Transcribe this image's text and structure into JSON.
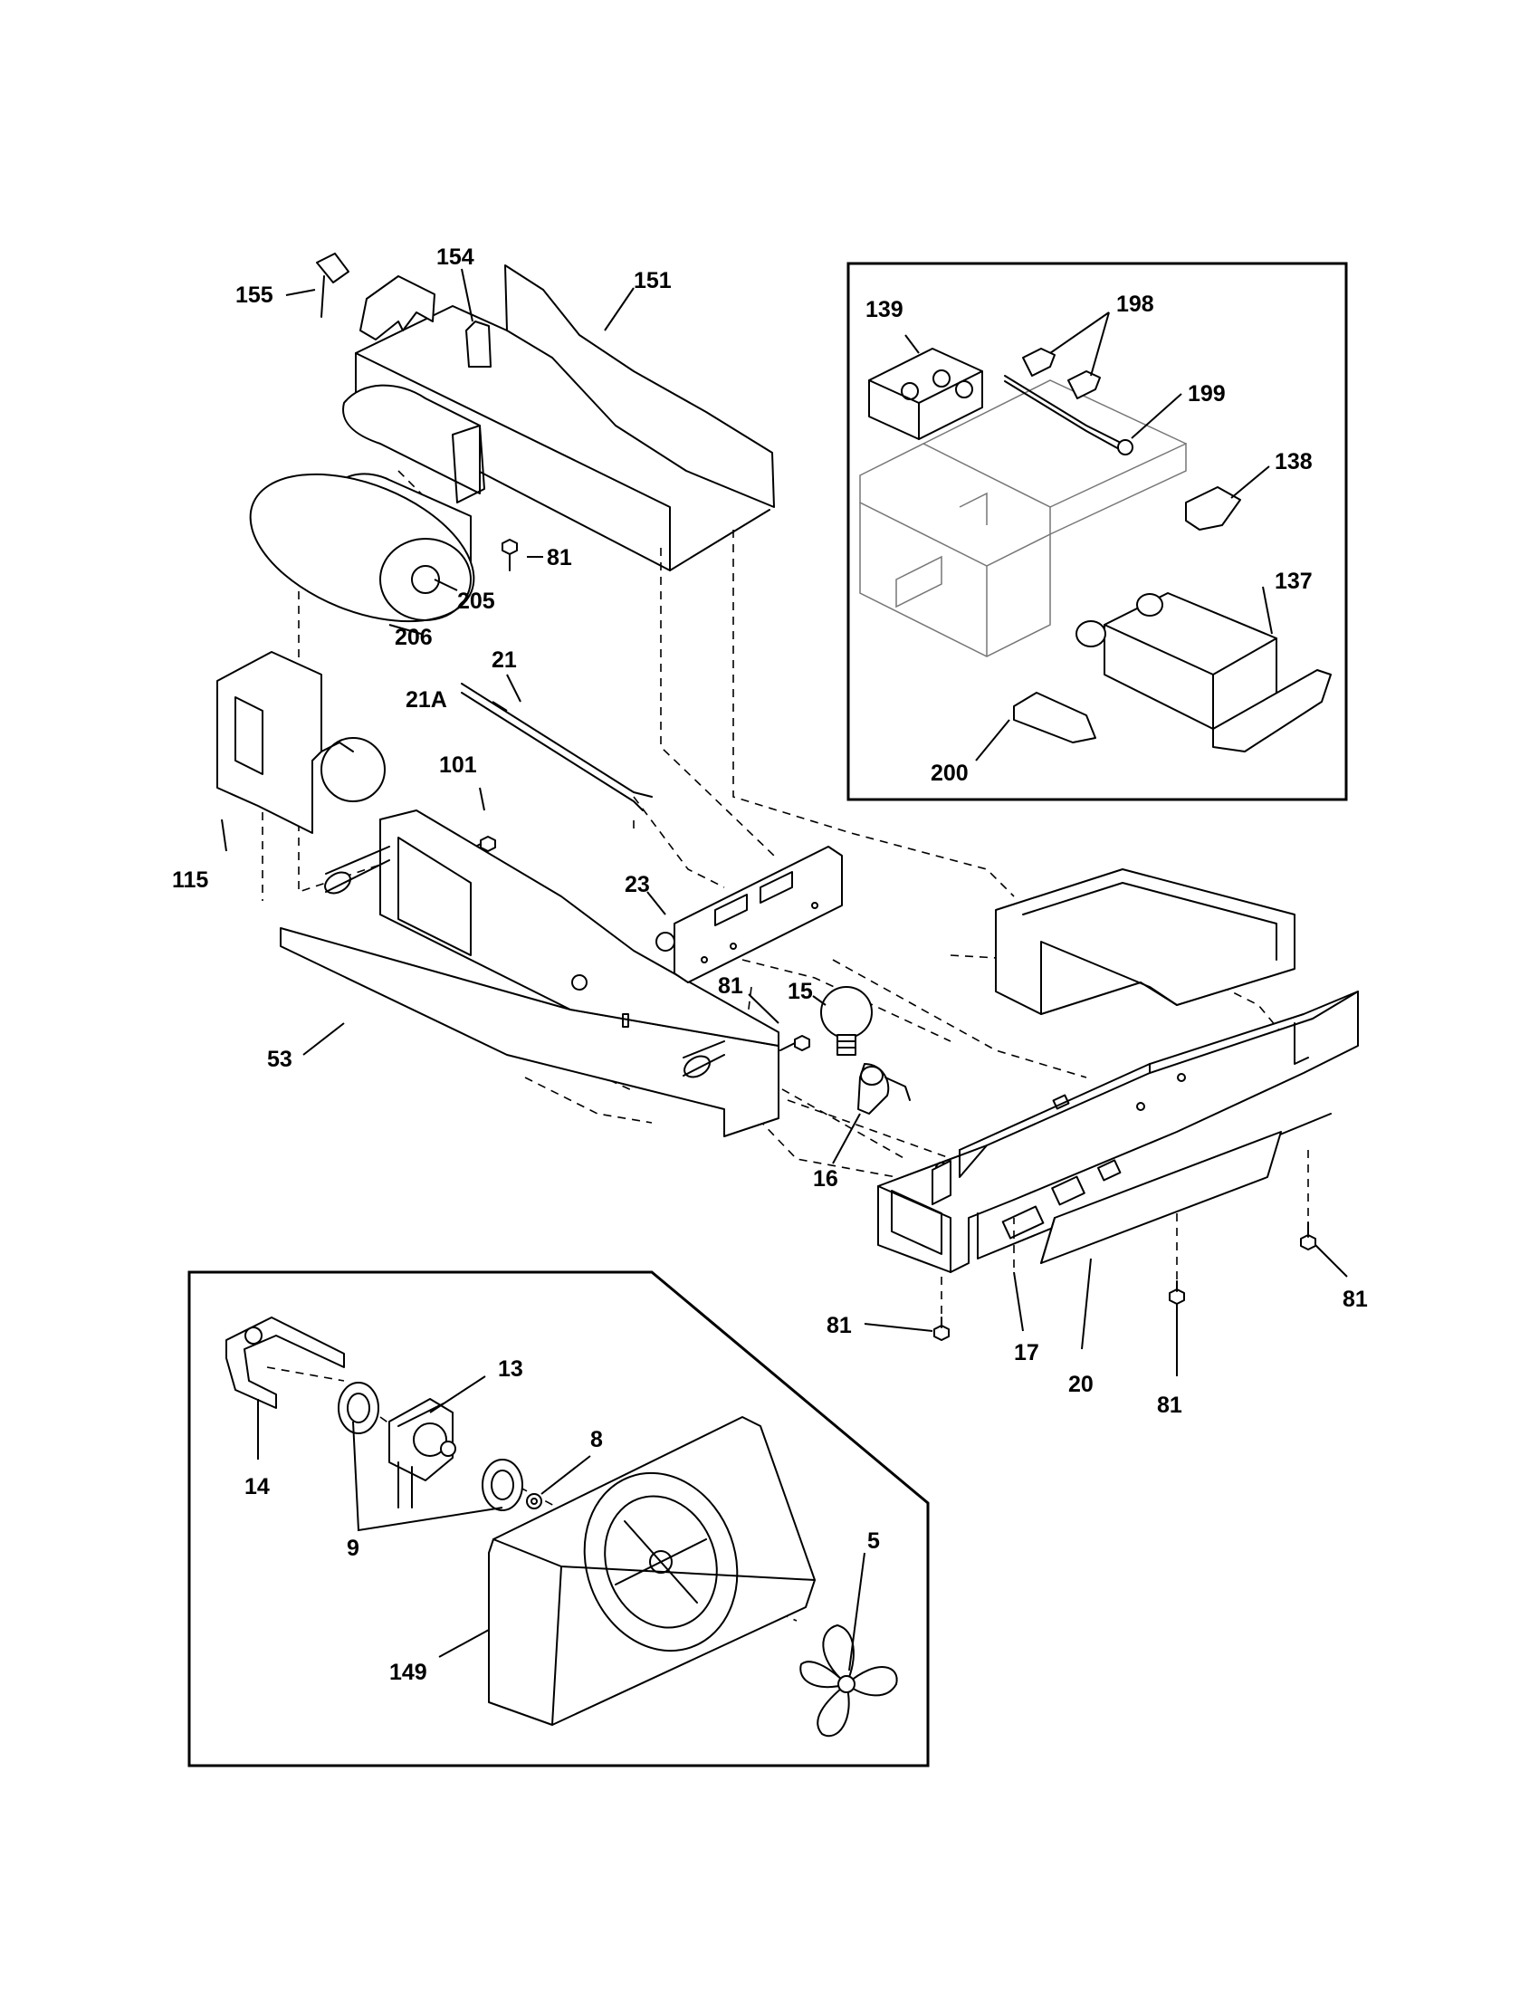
{
  "callouts": {
    "c155": "155",
    "c154": "154",
    "c151": "151",
    "c81a": "81",
    "c205": "205",
    "c206": "206",
    "c21": "21",
    "c21A": "21A",
    "c101": "101",
    "c115": "115",
    "c23": "23",
    "c81b": "81",
    "c15": "15",
    "c53": "53",
    "c16": "16",
    "c139": "139",
    "c198": "198",
    "c199": "199",
    "c138": "138",
    "c137": "137",
    "c200": "200",
    "c81c": "81",
    "c81d": "81",
    "c81e": "81",
    "c17": "17",
    "c20": "20",
    "c13": "13",
    "c8": "8",
    "c14": "14",
    "c9": "9",
    "c5": "5",
    "c149": "149"
  },
  "icons": [
    "screw-icon",
    "fan-blade-icon",
    "bulb-icon"
  ]
}
